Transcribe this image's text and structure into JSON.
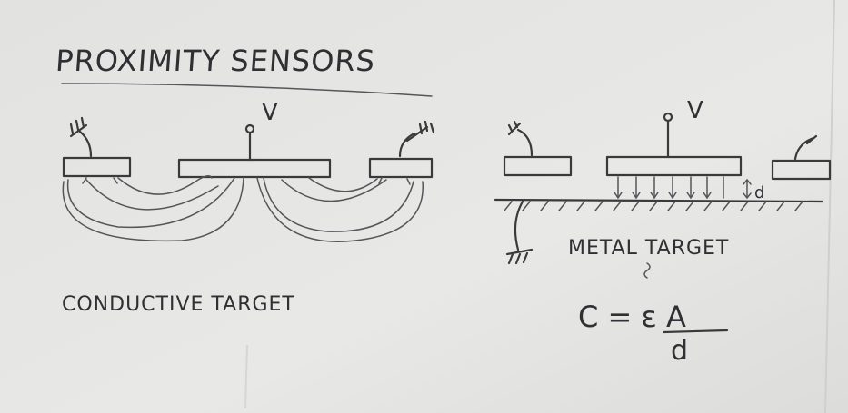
{
  "title": "PROXIMITY SENSORS",
  "left_diagram": {
    "voltage_label": "V",
    "caption": "CONDUCTIVE TARGET"
  },
  "right_diagram": {
    "voltage_label": "V",
    "gap_label": "d",
    "caption": "METAL TARGET",
    "formula": {
      "lhs": "C = ε A",
      "denominator": "d"
    }
  },
  "colors": {
    "board": "#e4e4e2",
    "ink": "#3a3a3c"
  }
}
